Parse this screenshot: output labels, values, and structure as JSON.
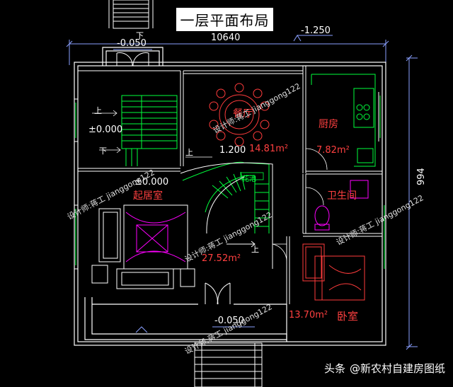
{
  "title": "一层平面布局",
  "dimensions": {
    "total_width": "10640",
    "total_height": "994",
    "level_left": "-0.050",
    "level_right": "-1.250",
    "level_bottom": "-0.050",
    "stair_mark_top": "下"
  },
  "rooms": {
    "dining": {
      "name": "餐厅",
      "area": "14.81m²",
      "level": "1.200"
    },
    "kitchen": {
      "name": "厨房",
      "area": "7.82m²"
    },
    "living": {
      "name": "起居室",
      "area": "27.52m²",
      "level": "±0.000"
    },
    "bathroom": {
      "name": "卫生间"
    },
    "bedroom": {
      "name": "卧室",
      "area": "13.70m²"
    },
    "stair_hall": {
      "level": "±0.000",
      "up": "上",
      "down": "下"
    },
    "planter": {
      "name": "花池"
    }
  },
  "stair_labels": {
    "up_1": "上",
    "up_2": "上"
  },
  "watermarks": [
    "设计师:蒋工 jianggong122",
    "设计师:蒋工 jianggong122",
    "设计师:蒋工 jianggong122",
    "设计师:蒋工 jianggong122",
    "设计师:蒋工 jianggong122"
  ],
  "footer": {
    "prefix": "头条",
    "at": "@",
    "author": "新农村自建房图纸"
  },
  "colors": {
    "wall": "#ffffff",
    "dim": "#8aa0ff",
    "furniture": "#ff3c3c",
    "fixture": "#00ff3c",
    "stair": "#00ff3c",
    "text_room": "#ff4040",
    "text_dim": "#ffffff",
    "magenta": "#ff00ff"
  }
}
